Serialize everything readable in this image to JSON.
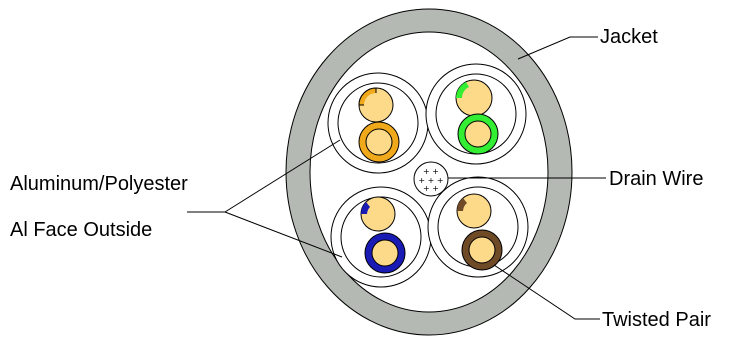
{
  "labels": {
    "jacket": "Jacket",
    "drain_wire": "Drain Wire",
    "shield_line1": "Aluminum/Polyester",
    "shield_line2": "Al Face Outside",
    "twisted_pair": "Twisted Pair"
  },
  "colors": {
    "jacket": "#b5b9b4",
    "interior": "#ffffff",
    "conductor": "#fdd98a",
    "pair_orange": "#efa91a",
    "pair_green": "#33ee33",
    "pair_blue": "#1a1ab5",
    "pair_brown": "#6e4a26",
    "outline": "#000000"
  },
  "pairs": [
    {
      "name": "orange-pair",
      "color_key": "pair_orange"
    },
    {
      "name": "green-pair",
      "color_key": "pair_green"
    },
    {
      "name": "blue-pair",
      "color_key": "pair_blue"
    },
    {
      "name": "brown-pair",
      "color_key": "pair_brown"
    }
  ]
}
